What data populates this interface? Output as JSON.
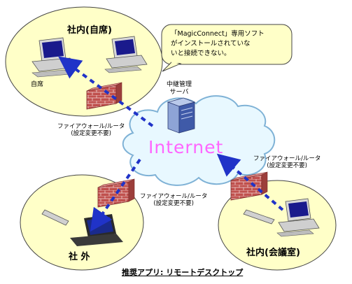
{
  "zones": {
    "office": "社内(自席)",
    "outside": "社 外",
    "meeting_room": "社内(会議室)"
  },
  "labels": {
    "own_desk": "自席",
    "relay_server": "中継管理\nサーバ",
    "internet": "Internet"
  },
  "firewall_labels": {
    "office": "ファイアウォール/ルータ\n(設定変更不要)",
    "outside": "ファイアウォール/ルータ\n(設定変更不要)",
    "meeting_room": "ファイアウォール/ルータ\n(設定変更不要)"
  },
  "callout": "「MagicConnect」専用ソフト\nがインストールされていな\nいと接続できない。",
  "caption": "推奨アプリ: リモートデスクトップ",
  "colors": {
    "zone_fill": "#ffffc8",
    "cloud_fill": "#e8f8ff",
    "cloud_stroke": "#7fb2d6",
    "arrow": "#2033c8",
    "brick": "#c0504d",
    "internet_text": "#ff66ff"
  }
}
